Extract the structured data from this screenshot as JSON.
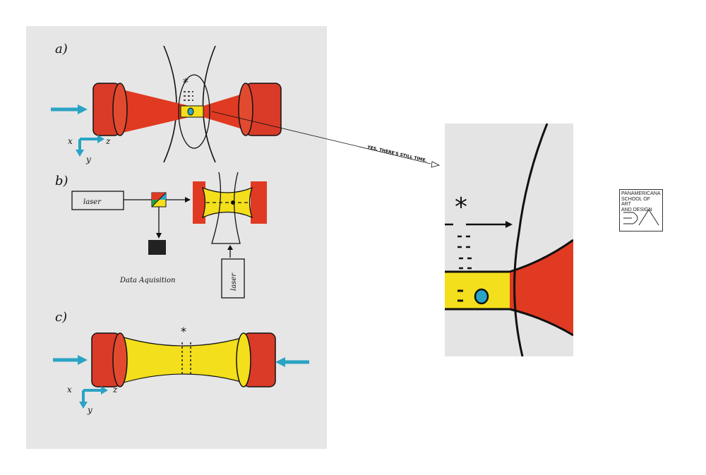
{
  "sheet": {
    "panel_a_label": "a)",
    "panel_b_label": "b)",
    "panel_c_label": "c)",
    "axis_x": "x",
    "axis_y": "y",
    "axis_z": "z",
    "laser_label": "laser",
    "data_label": "Data Aquisition",
    "laser_vertical_label": "laser"
  },
  "callout": {
    "text": "YES, THERE'S STILL TIME."
  },
  "logo": {
    "line1": "PANAMERICANA",
    "line2": "SCHOOL OF ART",
    "line3": "AND DESIGN",
    "mark": "EDA"
  },
  "colors": {
    "red": "#e03a22",
    "yellow": "#f3df1c",
    "blue": "#2aa3c4",
    "green": "#2a9a3c",
    "paper": "#e6e6e6"
  }
}
